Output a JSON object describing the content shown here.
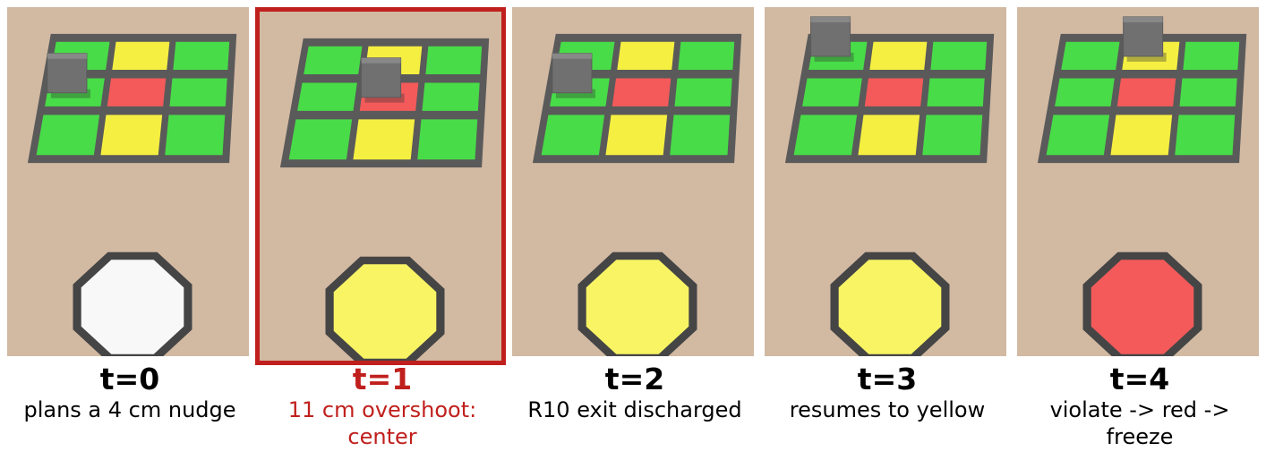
{
  "colors": {
    "floor": "#d2b9a2",
    "tile_green": "#48dc48",
    "tile_yellow": "#f5ef41",
    "tile_red": "#f45a5a",
    "grid_border": "#5a5a5a",
    "cube": "#707070",
    "highlight": "#c0201d",
    "light_white": "#f8f8f8",
    "light_yellow": "#f8f464",
    "light_red": "#f45a5a"
  },
  "grid_pattern": [
    [
      "green",
      "yellow",
      "green"
    ],
    [
      "green",
      "red",
      "green"
    ],
    [
      "green",
      "yellow",
      "green"
    ]
  ],
  "panels": [
    {
      "t": "t=0",
      "caption": "plans a 4 cm nudge",
      "light": "white",
      "highlighted": false,
      "cube_cell": "left-middle"
    },
    {
      "t": "t=1",
      "caption": "11 cm overshoot: center",
      "light": "yellow",
      "highlighted": true,
      "cube_cell": "center"
    },
    {
      "t": "t=2",
      "caption": "R10 exit discharged",
      "light": "yellow",
      "highlighted": false,
      "cube_cell": "left-middle"
    },
    {
      "t": "t=3",
      "caption": "resumes to yellow",
      "light": "yellow",
      "highlighted": false,
      "cube_cell": "top-left"
    },
    {
      "t": "t=4",
      "caption": "violate -> red -> freeze",
      "light": "red",
      "highlighted": false,
      "cube_cell": "top-middle"
    }
  ]
}
